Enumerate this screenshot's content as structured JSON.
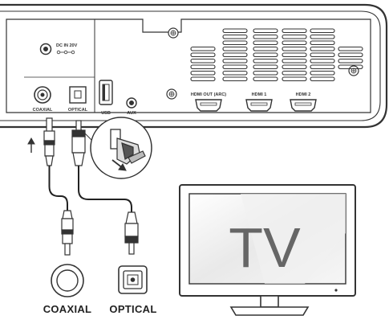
{
  "panel": {
    "power_label": "DC IN 20V",
    "coaxial_port_label": "COAXIAL",
    "optical_port_label": "OPTICAL",
    "usb_port_label": "USB",
    "aux_port_label": "AUX",
    "hdmi_ports": [
      {
        "label": "HDMI OUT (ARC)"
      },
      {
        "label": "HDMI 1"
      },
      {
        "label": "HDMI 2"
      }
    ]
  },
  "connectors": {
    "coaxial_caption": "COAXIAL",
    "optical_caption": "OPTICAL"
  },
  "tv": {
    "screen_text": "TV"
  },
  "icons": [
    "up-arrow-icon",
    "remove-cap-arrow-icon",
    "screw-icon",
    "vent-grille"
  ]
}
